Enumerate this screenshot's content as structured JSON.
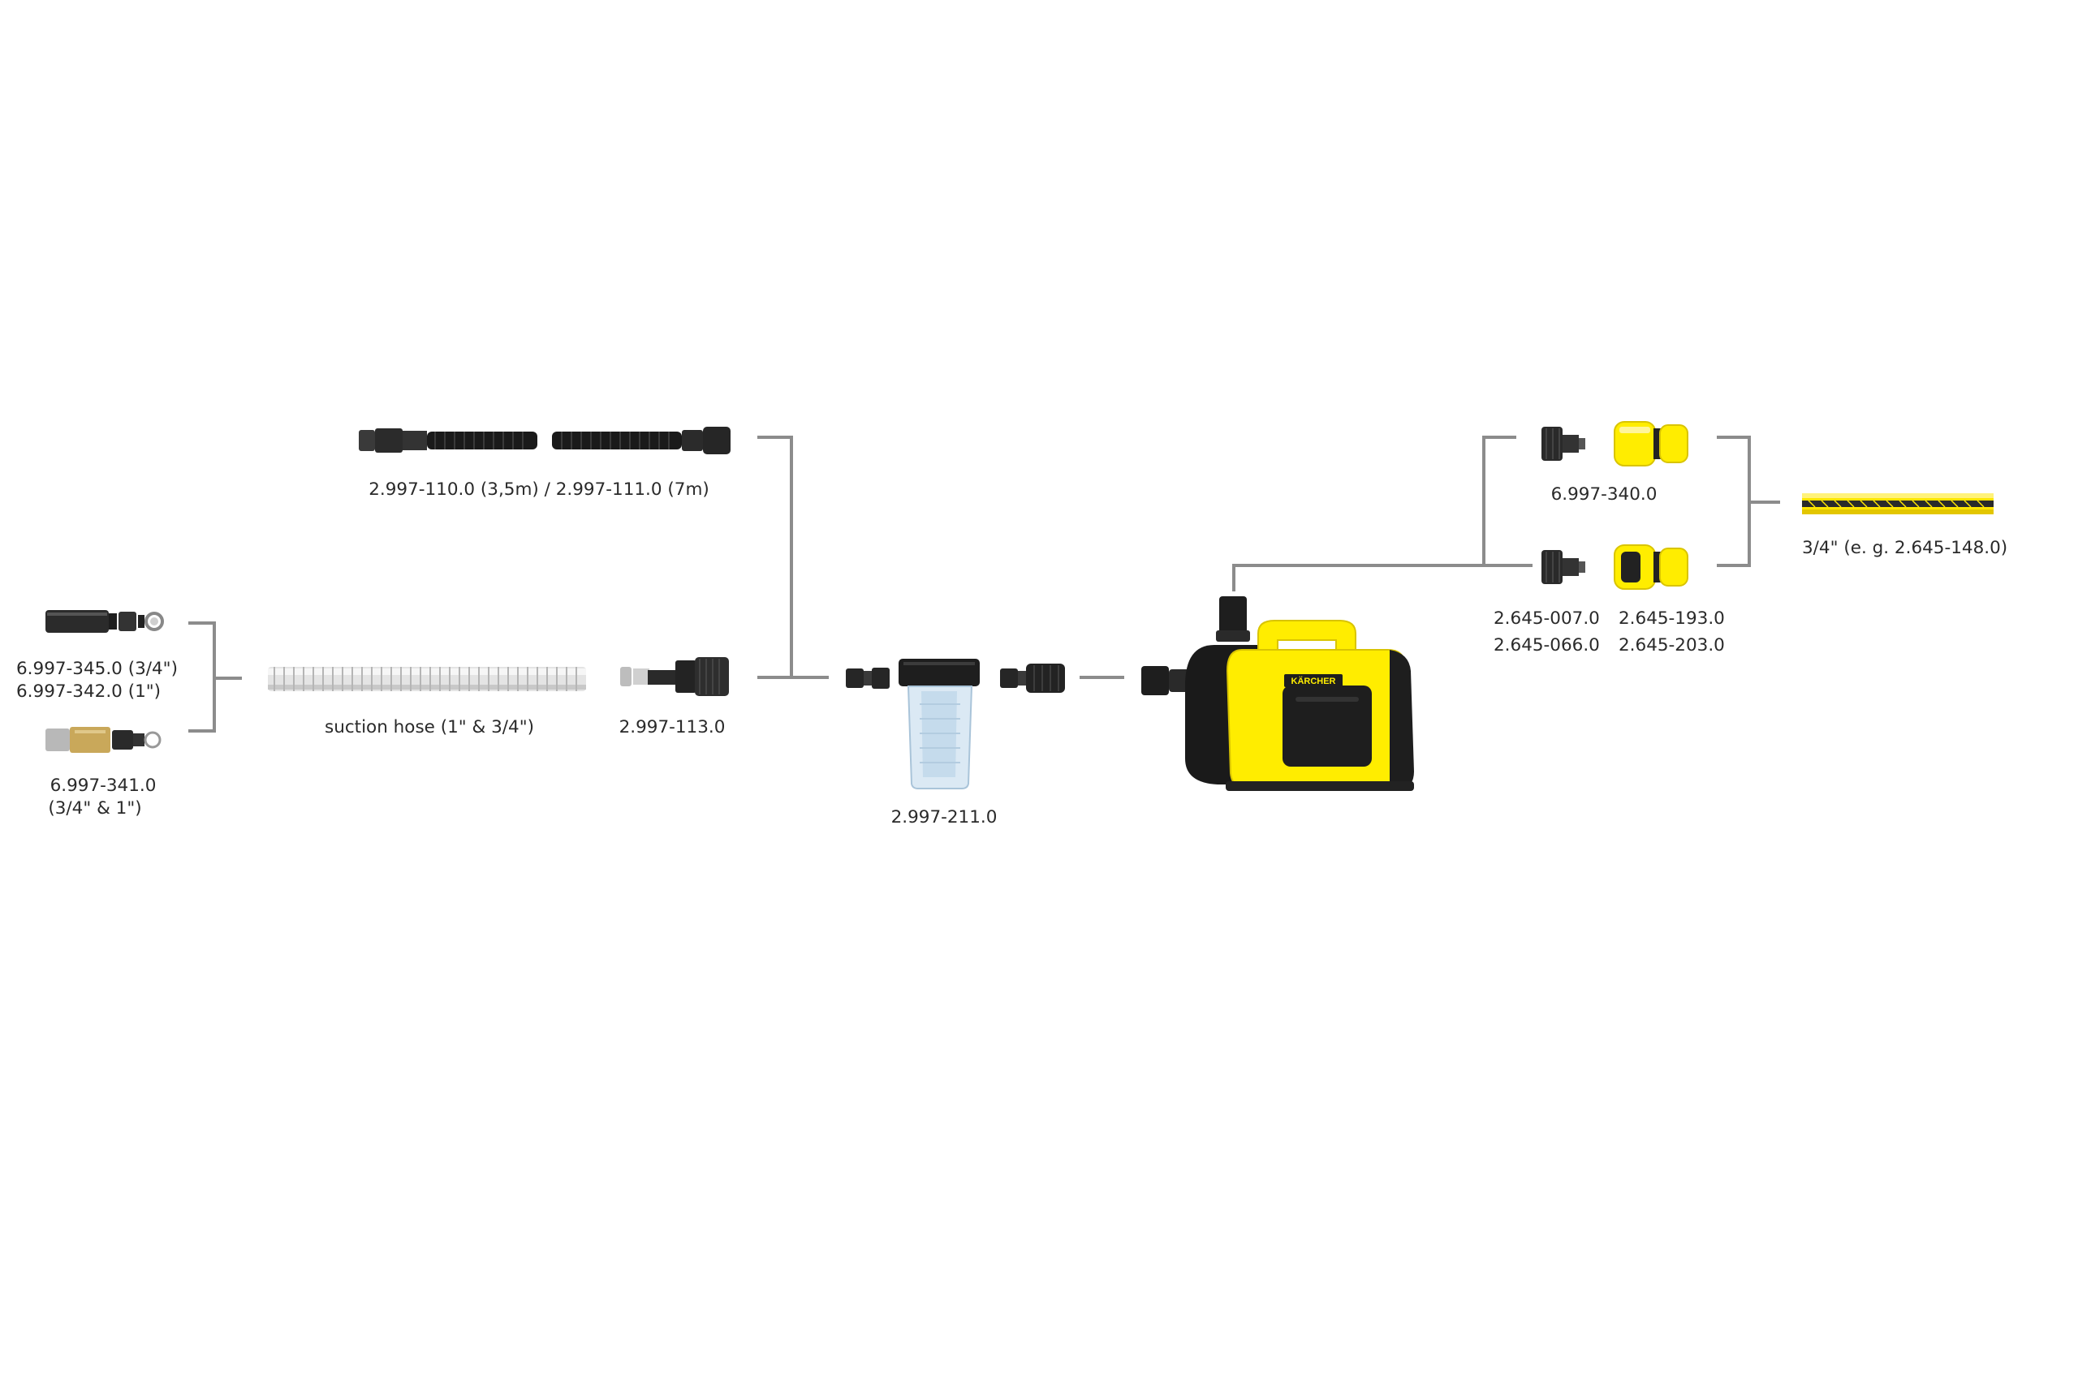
{
  "colors": {
    "connector": "#8c8c8c",
    "karcher_yellow": "#ffed00",
    "karcher_black": "#1e1e1e",
    "text": "#2a2a2a"
  },
  "brand": "KÄRCHER",
  "labels": {
    "suction_sets_top_1": "6.997-345.0 (3/4\")",
    "suction_sets_top_2": "6.997-342.0 (1\")",
    "suction_set_bottom_1": "6.997-341.0",
    "suction_set_bottom_2": "(3/4\" & 1\")",
    "suction_hose": "suction hose (1\" & 3/4\")",
    "adapter": "2.997-113.0",
    "suction_hose_set": "2.997-110.0 (3,5m) / 2.997-111.0 (7m)",
    "prefilter": "2.997-211.0",
    "top_connectors": "6.997-340.0",
    "tap_adapter_1": "2.645-007.0",
    "tap_adapter_2": "2.645-066.0",
    "hose_connector_1": "2.645-193.0",
    "hose_connector_2": "2.645-203.0",
    "garden_hose": "3/4\" (e. g. 2.645-148.0)"
  },
  "parts": [
    {
      "icon": "suction-filter-icon"
    },
    {
      "icon": "suction-filter-brass-icon"
    },
    {
      "icon": "suction-hose-icon"
    },
    {
      "icon": "hose-adapter-icon"
    },
    {
      "icon": "suction-hose-set-icon"
    },
    {
      "icon": "pipe-connector-icon"
    },
    {
      "icon": "pre-filter-icon"
    },
    {
      "icon": "pump-icon"
    },
    {
      "icon": "tap-connector-icon"
    },
    {
      "icon": "hose-coupling-icon"
    },
    {
      "icon": "garden-hose-icon"
    }
  ]
}
